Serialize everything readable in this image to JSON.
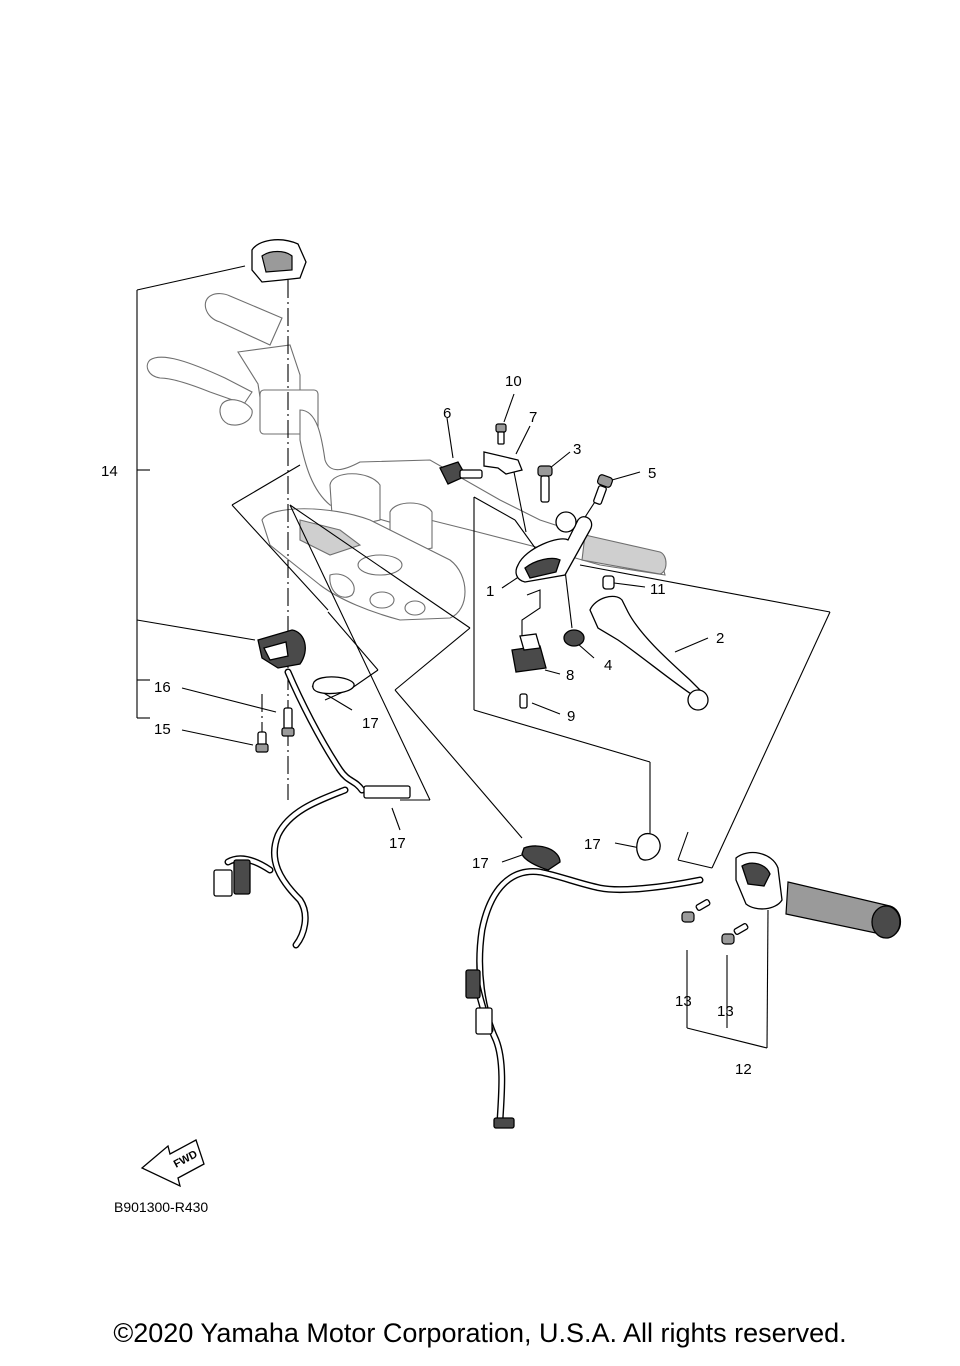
{
  "diagram": {
    "reference_code": "B901300-R430",
    "fwd_label": "FWD",
    "copyright": "©2020 Yamaha Motor Corporation, U.S.A. All rights reserved.",
    "callouts": {
      "c1": "1",
      "c2": "2",
      "c3": "3",
      "c4": "4",
      "c5": "5",
      "c6": "6",
      "c7": "7",
      "c8": "8",
      "c9": "9",
      "c10": "10",
      "c11": "11",
      "c12": "12",
      "c13a": "13",
      "c13b": "13",
      "c14": "14",
      "c15": "15",
      "c16": "16",
      "c17a": "17",
      "c17b": "17",
      "c17c": "17",
      "c17d": "17"
    }
  }
}
